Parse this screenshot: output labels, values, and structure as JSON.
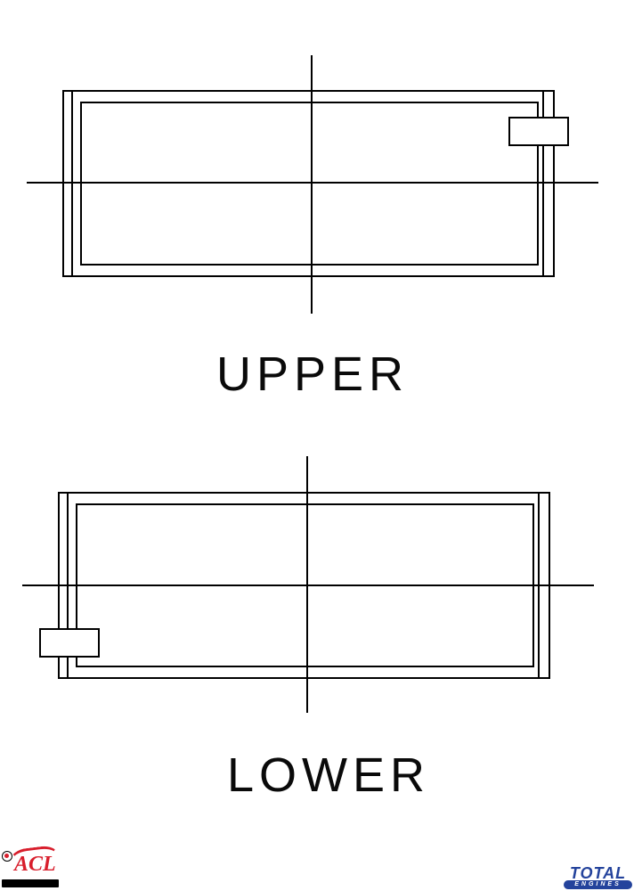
{
  "page": {
    "background": "#ffffff"
  },
  "diagram": {
    "line_color": "#000000",
    "views": [
      {
        "id": "upper-shell",
        "label": "UPPER",
        "tab_side": "right-top"
      },
      {
        "id": "lower-shell",
        "label": "LOWER",
        "tab_side": "left-bottom"
      }
    ]
  },
  "logos": {
    "acl": {
      "text": "ACL",
      "red": "#d81e2c",
      "bar_color": "#000000"
    },
    "total_engines": {
      "brand": "TOTAL",
      "sub": "ENGINES",
      "blue": "#24439c"
    }
  }
}
